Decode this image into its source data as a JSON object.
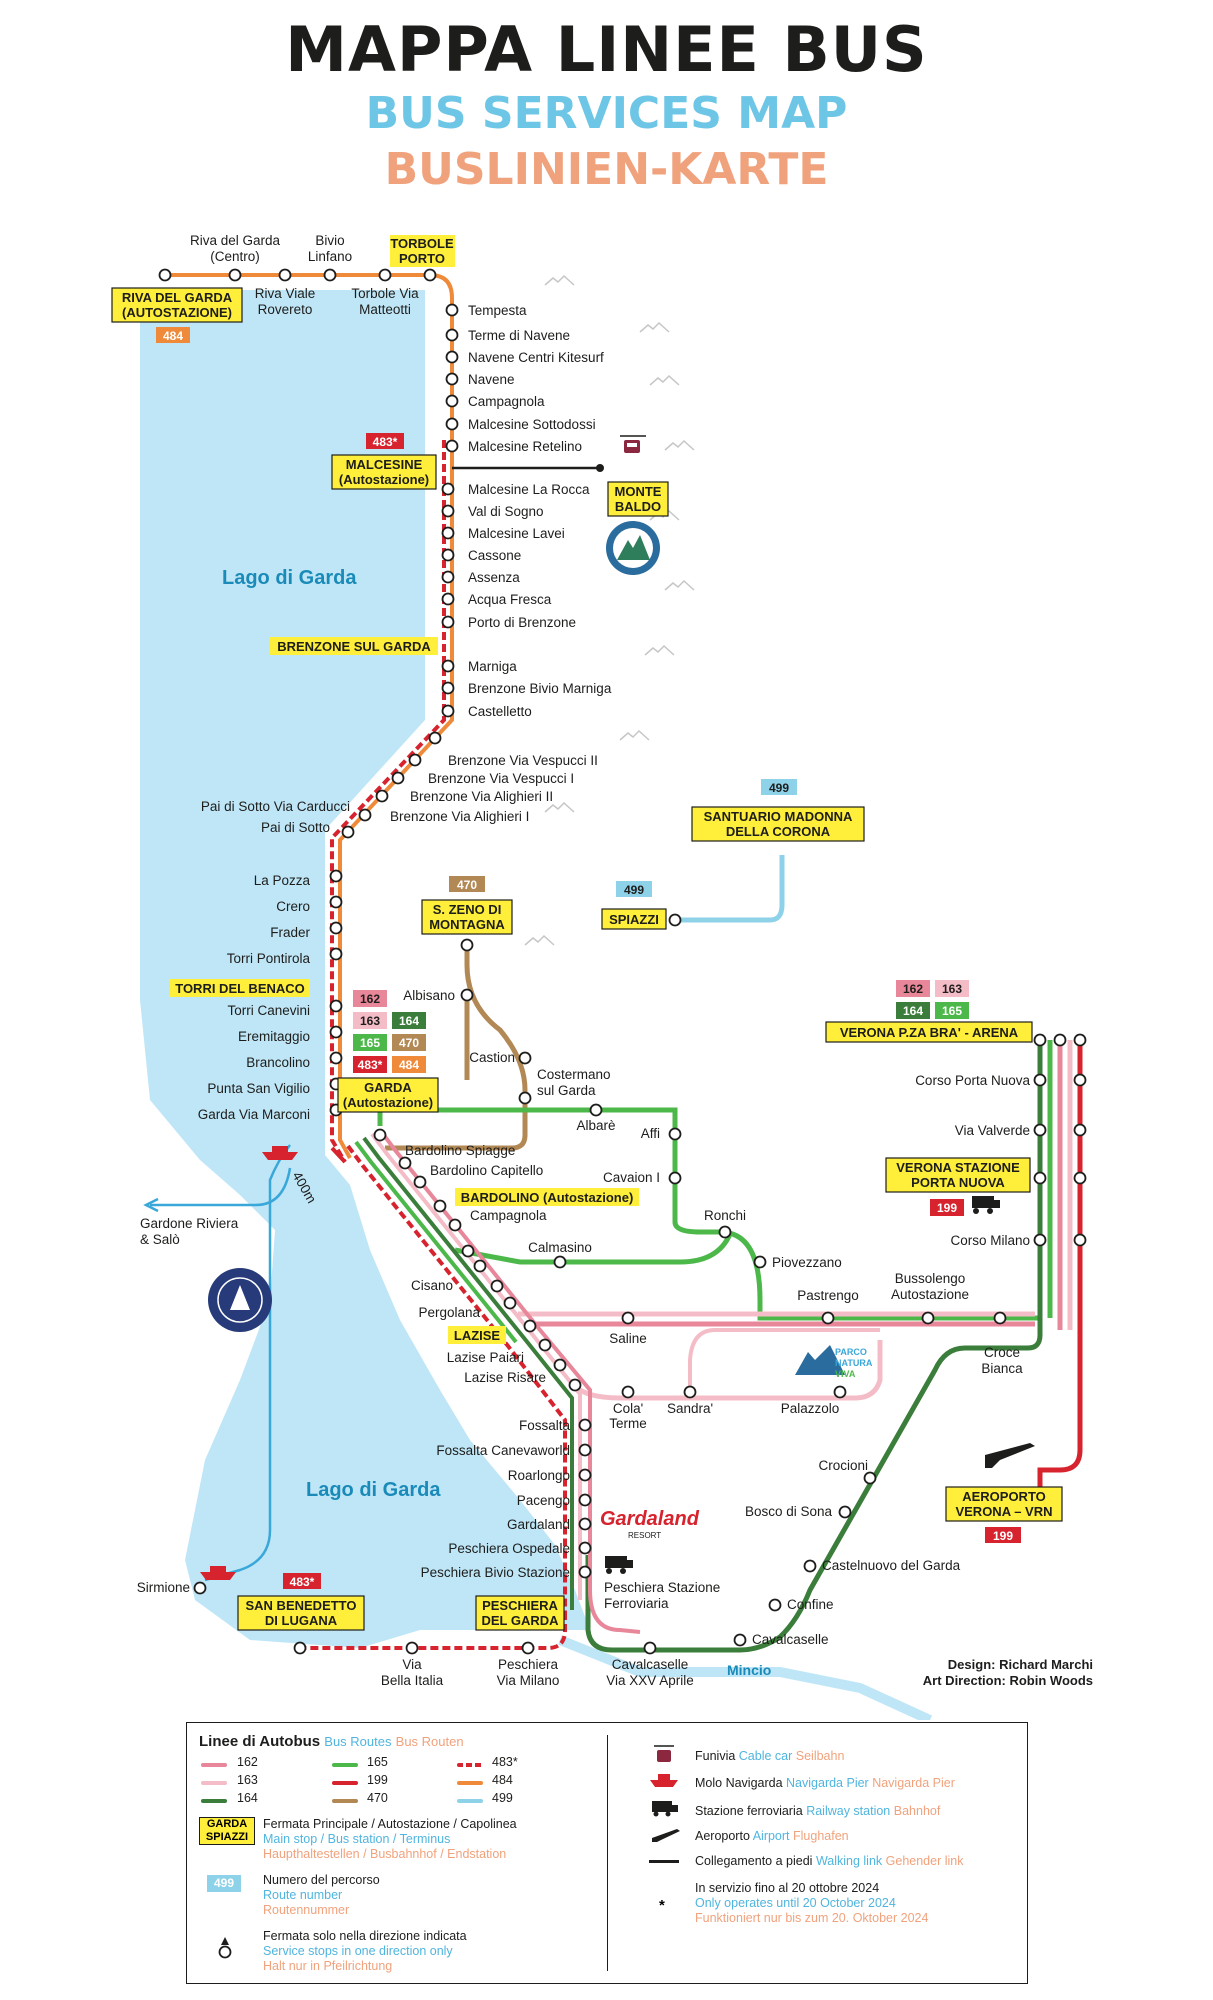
{
  "titles": {
    "it": "MAPPA LINEE BUS",
    "en": "BUS SERVICES MAP",
    "de": "BUSLINIEN-KARTE"
  },
  "colors": {
    "line_162": "#e8869a",
    "line_163": "#f4bcc6",
    "line_164": "#3b7d3a",
    "line_165": "#4cb84a",
    "line_199": "#d6232e",
    "line_470": "#b28855",
    "line_483": "#d6232e",
    "line_484": "#ef8a3a",
    "line_499": "#8ed2ea",
    "lake": "#bfe6f7",
    "main_stop": "#ffef3a"
  },
  "lakes": {
    "upper": "Lago di Garda",
    "lower": "Lago di Garda",
    "river": "Mincio"
  },
  "main_stops": {
    "riva": [
      "RIVA DEL GARDA",
      "(AUTOSTAZIONE)"
    ],
    "torbole": [
      "TORBOLE",
      "PORTO"
    ],
    "malcesine": [
      "MALCESINE",
      "(Autostazione)"
    ],
    "monte_baldo": [
      "MONTE",
      "BALDO"
    ],
    "brenzone": "BRENZONE SUL GARDA",
    "torri": "TORRI DEL BENACO",
    "garda": [
      "GARDA",
      "(Autostazione)"
    ],
    "zeno": [
      "S. ZENO DI",
      "MONTAGNA"
    ],
    "spiazzi": "SPIAZZI",
    "santuario": [
      "SANTUARIO MADONNA",
      "DELLA CORONA"
    ],
    "bardolino": "BARDOLINO (Autostazione)",
    "lazise": "LAZISE",
    "verona_bra": "VERONA P.ZA BRA' - ARENA",
    "verona_pn": [
      "VERONA STAZIONE",
      "PORTA NUOVA"
    ],
    "aeroporto": [
      "AEROPORTO",
      "VERONA – VRN"
    ],
    "san_benedetto": [
      "SAN BENEDETTO",
      "DI LUGANA"
    ],
    "peschiera": [
      "PESCHIERA",
      "DEL GARDA"
    ]
  },
  "route_badges": {
    "riva": "484",
    "malcesine": "483*",
    "zeno": "470",
    "spiazzi": "499",
    "santuario": "499",
    "garda": [
      "162",
      "163",
      "164",
      "165",
      "470",
      "483*",
      "484"
    ],
    "verona": [
      "162",
      "163",
      "164",
      "165"
    ],
    "verona_pn": "199",
    "aeroporto": "199",
    "san_benedetto": "483*"
  },
  "stops": {
    "riva_centro": [
      "Riva del Garda",
      "(Centro)"
    ],
    "bivio_linfano": [
      "Bivio",
      "Linfano"
    ],
    "riva_rovereto": [
      "Riva Viale",
      "Rovereto"
    ],
    "torbole_matteotti": [
      "Torbole Via",
      "Matteotti"
    ],
    "tempesta": "Tempesta",
    "terme_navene": "Terme di Navene",
    "navene_kitesurf": "Navene Centri Kitesurf",
    "navene": "Navene",
    "campagnola_n": "Campagnola",
    "malcesine_sottodossi": "Malcesine Sottodossi",
    "malcesine_retelino": "Malcesine Retelino",
    "malcesine_rocca": "Malcesine La Rocca",
    "val_sogno": "Val di Sogno",
    "malcesine_lavei": "Malcesine Lavei",
    "cassone": "Cassone",
    "assenza": "Assenza",
    "acqua_fresca": "Acqua Fresca",
    "porto_brenzone": "Porto di Brenzone",
    "marniga": "Marniga",
    "brenzone_marniga": "Brenzone Bivio Marniga",
    "castelletto": "Castelletto",
    "vespucci_2": "Brenzone Via Vespucci II",
    "vespucci_1": "Brenzone Via Vespucci I",
    "alighieri_2": "Brenzone Via Alighieri II",
    "alighieri_1": "Brenzone Via Alighieri I",
    "pai_carducci": "Pai di Sotto Via Carducci",
    "pai": "Pai di Sotto",
    "la_pozza": "La Pozza",
    "crero": "Crero",
    "frader": "Frader",
    "torri_pontirola": "Torri Pontirola",
    "torri_canevini": "Torri Canevini",
    "eremitaggio": "Eremitaggio",
    "brancolino": "Brancolino",
    "punta_vigilio": "Punta San Vigilio",
    "garda_marconi": "Garda Via Marconi",
    "albisano": "Albisano",
    "castion": "Castion",
    "costermano": [
      "Costermano",
      "sul Garda"
    ],
    "albare": "Albarè",
    "affi": "Affi",
    "cavaion": "Cavaion I",
    "ronchi": "Ronchi",
    "piovezzano": "Piovezzano",
    "pastrengo": "Pastrengo",
    "bussolengo": [
      "Bussolengo",
      "Autostazione"
    ],
    "calmasino": "Calmasino",
    "bardolino_spiagge": "Bardolino Spiagge",
    "bardolino_capitello": "Bardolino Capitello",
    "campagnola_s": "Campagnola",
    "cisano": "Cisano",
    "pergolana": "Pergolana",
    "lazise_paiari": "Lazise Paiari",
    "lazise_risare": "Lazise Risare",
    "saline": "Saline",
    "cola": [
      "Cola'",
      "Terme"
    ],
    "sandra": "Sandra'",
    "palazzolo": "Palazzolo",
    "croce_bianca": [
      "Croce",
      "Bianca"
    ],
    "corso_pn": "Corso Porta Nuova",
    "valverde": "Via Valverde",
    "corso_milano": "Corso Milano",
    "fossalta": "Fossalta",
    "fossalta_caneva": "Fossalta Canevaworld",
    "roarlongo": "Roarlongo",
    "pacengo": "Pacengo",
    "gardaland_stop": "Gardaland",
    "peschiera_ospedale": "Peschiera Ospedale",
    "peschiera_bivio": "Peschiera Bivio Stazione",
    "peschiera_stazione": [
      "Peschiera Stazione",
      "Ferroviaria"
    ],
    "crocioni": "Crocioni",
    "bosco_sona": "Bosco di Sona",
    "castelnuovo": "Castelnuovo del Garda",
    "confine": "Confine",
    "cavalcaselle_1": "Cavalcaselle",
    "cavalcaselle_2": [
      "Cavalcaselle",
      "Via XXV Aprile"
    ],
    "sirmione": "Sirmione",
    "via_bella_italia": [
      "Via",
      "Bella Italia"
    ],
    "peschiera_milano": [
      "Peschiera",
      "Via Milano"
    ],
    "gardone": [
      "Gardone Riviera",
      "& Salò"
    ],
    "walk_400": "400m"
  },
  "logos": {
    "gardaland": [
      "Gardaland",
      "RESORT"
    ],
    "parco": [
      "PARCO",
      "NATURA",
      "VIVA"
    ]
  },
  "credits": {
    "design": "Design: Richard Marchi",
    "art": "Art Direction: Robin Woods"
  },
  "legend": {
    "title": {
      "it": "Linee di Autobus",
      "en": "Bus Routes",
      "de": "Bus Routen"
    },
    "lines": [
      "162",
      "163",
      "164",
      "165",
      "199",
      "470",
      "483*",
      "484",
      "499"
    ],
    "main_stop": {
      "sample": [
        "GARDA",
        "SPIAZZI"
      ],
      "it": "Fermata Principale / Autostazione / Capolinea",
      "en": "Main stop / Bus station / Terminus",
      "de": "Haupthaltestellen / Busbahnhof / Endstation"
    },
    "route_number": {
      "sample": "499",
      "it": "Numero del percorso",
      "en": "Route number",
      "de": "Routennummer"
    },
    "one_direction": {
      "it": "Fermata solo nella direzione indicata",
      "en": "Service stops in one direction only",
      "de": "Halt nur in Pfeilrichtung"
    },
    "cable_car": {
      "it": "Funivia",
      "en": "Cable car",
      "de": "Seilbahn"
    },
    "ferry": {
      "it": "Molo Navigarda",
      "en": "Navigarda Pier",
      "de": "Navigarda Pier"
    },
    "rail": {
      "it": "Stazione ferroviaria",
      "en": "Railway station",
      "de": "Bahnhof"
    },
    "airport": {
      "it": "Aeroporto",
      "en": "Airport",
      "de": "Flughafen"
    },
    "walk": {
      "it": "Collegamento a piedi",
      "en": "Walking link",
      "de": "Gehender link"
    },
    "asterisk": {
      "mark": "*",
      "it": "In servizio fino al 20 ottobre 2024",
      "en": "Only operates until 20 October 2024",
      "de": "Funktioniert nur bis zum 20. Oktober 2024"
    }
  }
}
